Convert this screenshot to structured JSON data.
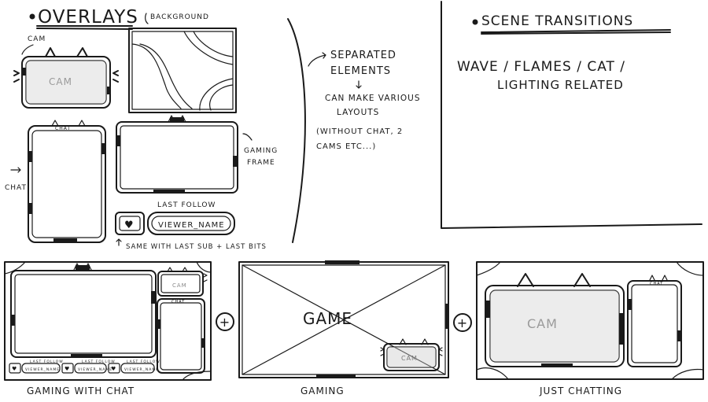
{
  "overlays": {
    "title": "OVERLAYS",
    "cam_note": "CAM",
    "background_note": "BACKGROUND",
    "cam_label": "CAM",
    "chat_label": "CHAT",
    "chat_note": "CHAT",
    "gaming_frame_note_1": "GAMING",
    "gaming_frame_note_2": "FRAME",
    "last_follow_label": "LAST FOLLOW",
    "viewer_name": "VIEWER_NAME",
    "same_note": "SAME WITH LAST SUB + LAST BITS"
  },
  "separated": {
    "line1": "SEPARATED",
    "line2": "ELEMENTS",
    "line3": "CAN MAKE VARIOUS",
    "line4": "LAYOUTS",
    "line5": "(WITHOUT CHAT, 2",
    "line6": "CAMS ETC...)"
  },
  "scene_transitions": {
    "title": "SCENE TRANSITIONS",
    "line1": "WAVE / FLAMES / CAT /",
    "line2": "LIGHTING RELATED"
  },
  "layouts": {
    "gaming_with_chat": {
      "caption": "GAMING WITH CHAT",
      "cam": "CAM",
      "chat": "CHAT",
      "follow_label": "LAST FOLLOW",
      "viewer": "VIEWER_NAME"
    },
    "gaming": {
      "caption": "GAMING",
      "game": "GAME",
      "cam": "CAM"
    },
    "just_chatting": {
      "caption": "JUST CHATTING",
      "cam": "CAM",
      "chat": "CHAT"
    },
    "plus": "+"
  },
  "icons": [
    "heart-icon",
    "cat-ears-icon",
    "plus-icon",
    "arrow-icon"
  ]
}
